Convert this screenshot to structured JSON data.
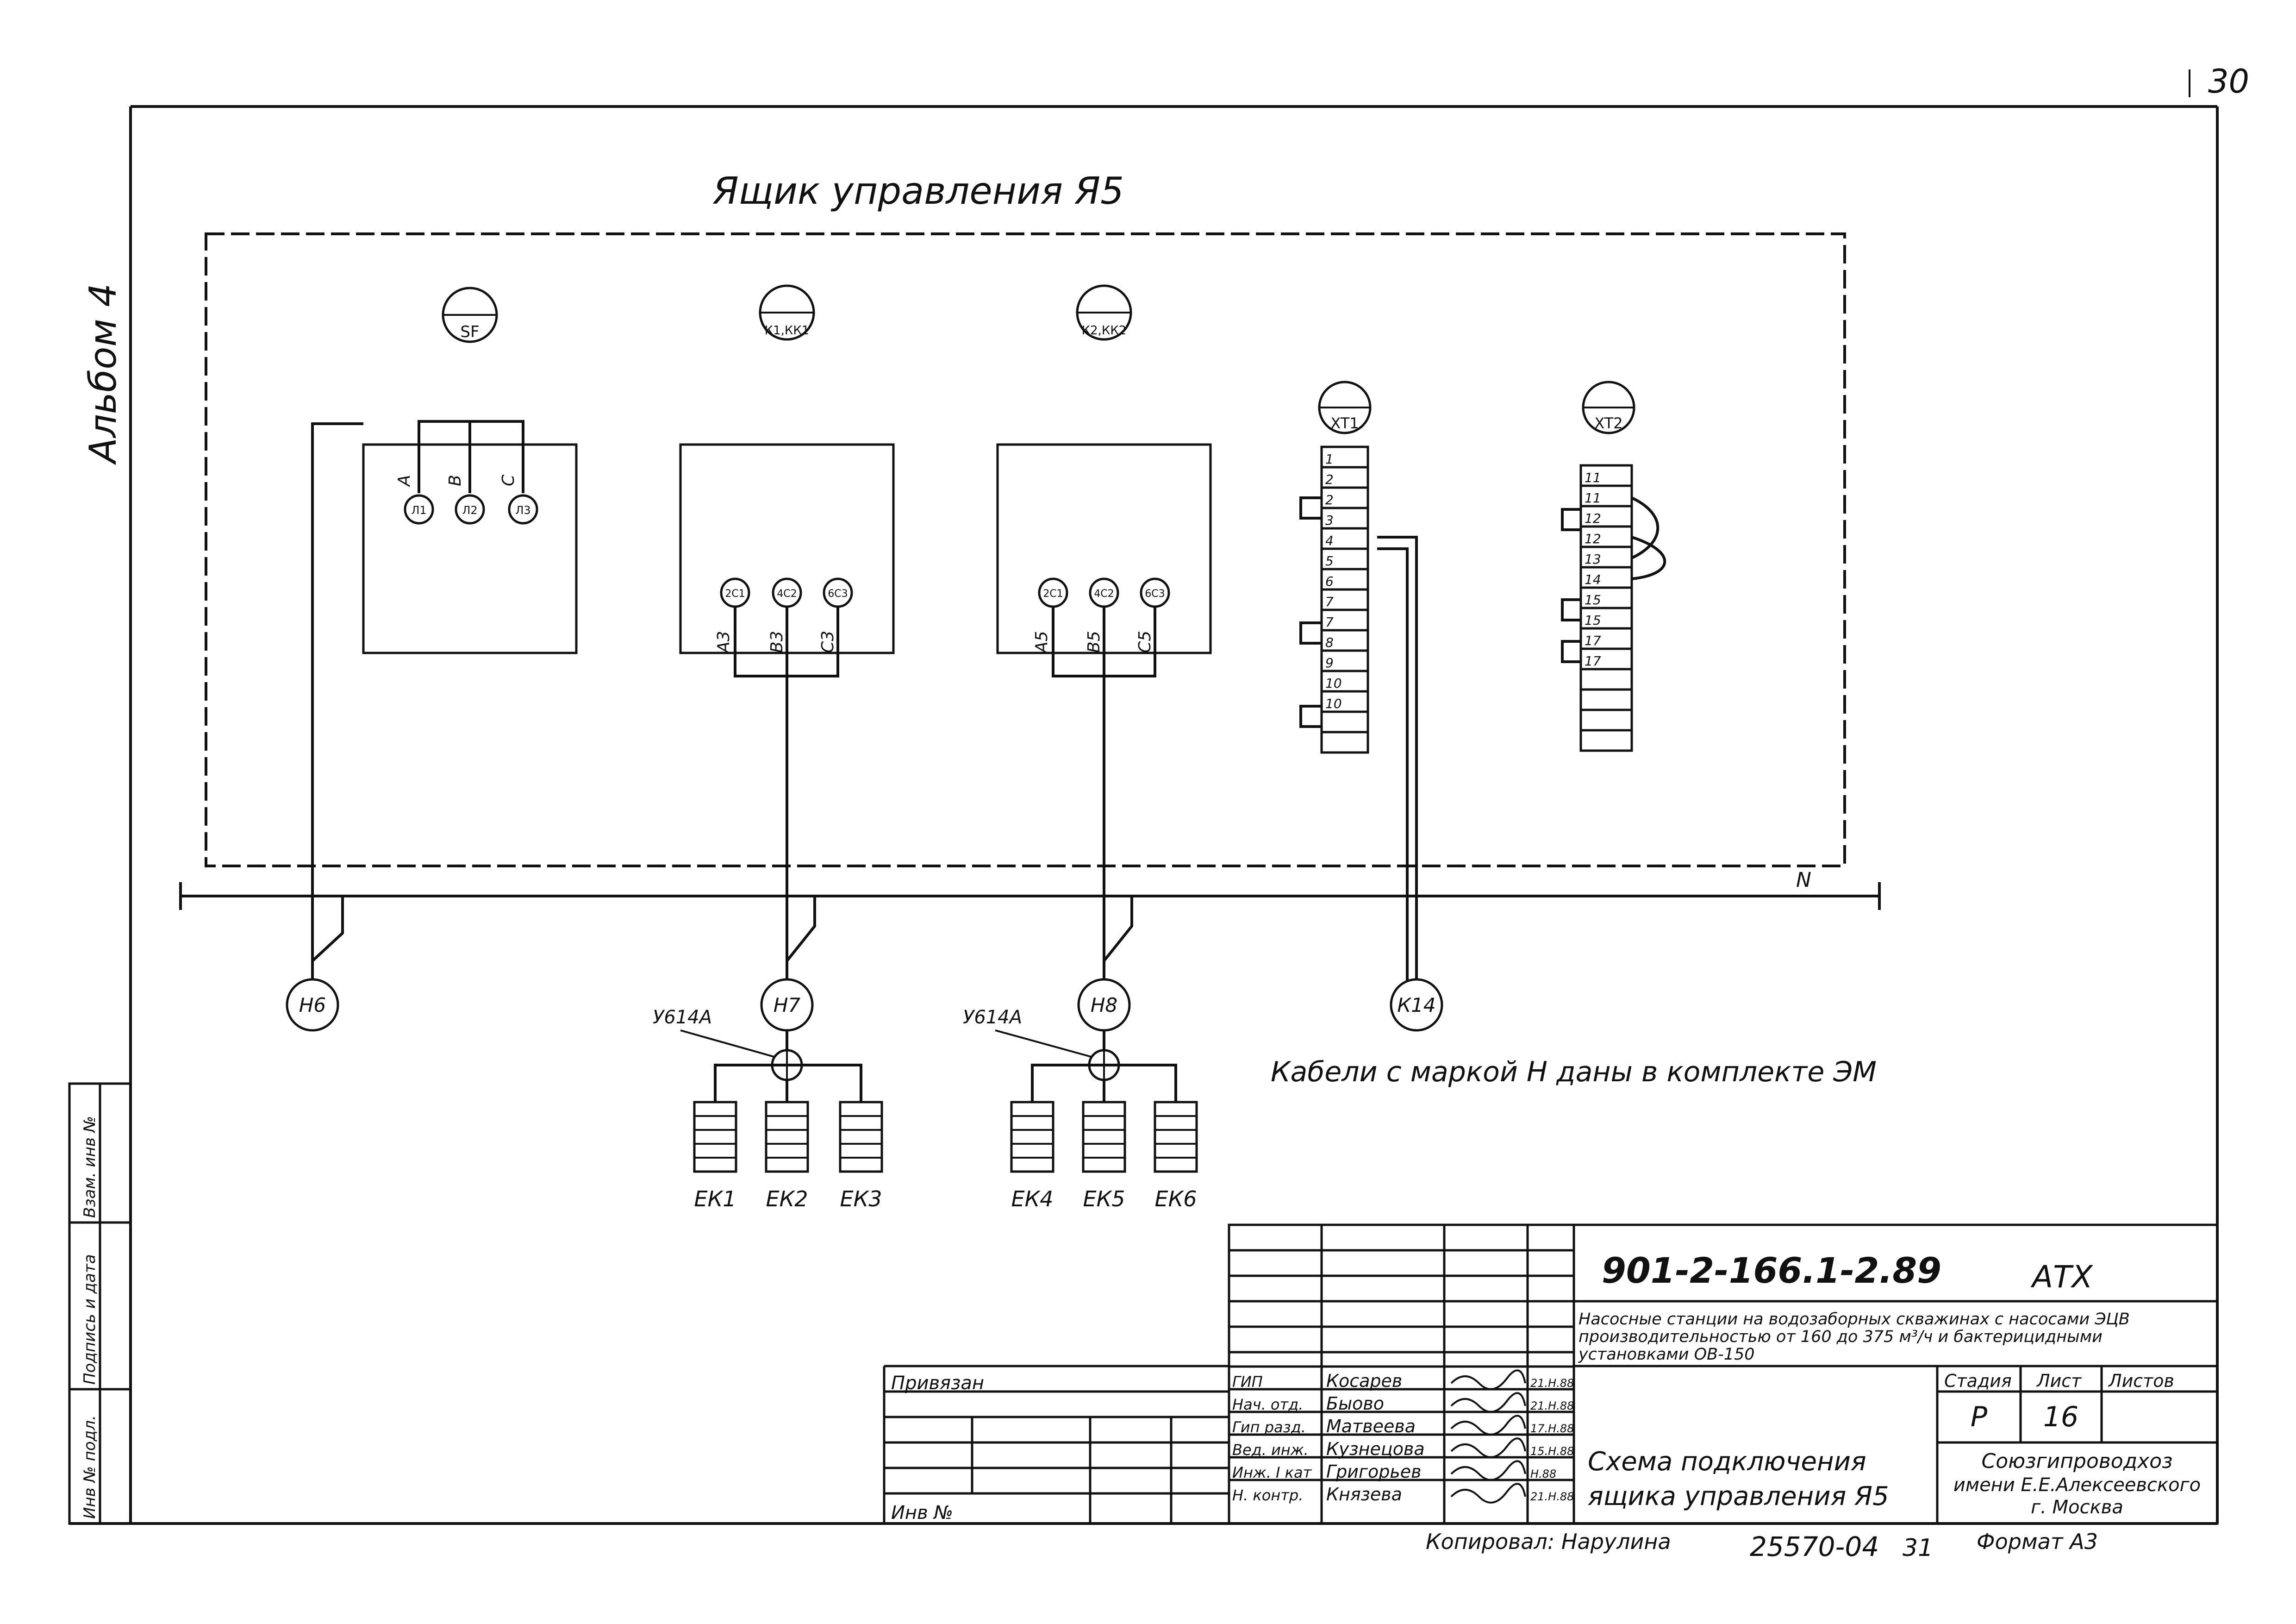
{
  "page_number": "30",
  "album_label": "Альбом 4",
  "panel_title": "Ящик управления Я5",
  "devices": {
    "sf": {
      "tag": "SF",
      "phases": [
        "A",
        "B",
        "C"
      ],
      "terminals": [
        "Л1",
        "Л2",
        "Л3"
      ]
    },
    "km1": {
      "tag": "К1,КК1",
      "terminals": [
        "2С1",
        "4С2",
        "6С3"
      ],
      "wires": [
        "А3",
        "В3",
        "С3"
      ]
    },
    "km2": {
      "tag": "К2,КК2",
      "terminals": [
        "2С1",
        "4С2",
        "6С3"
      ],
      "wires": [
        "А5",
        "В5",
        "С5"
      ]
    },
    "xt1": {
      "tag": "XT1",
      "numbers": [
        "1",
        "2",
        "2",
        "3",
        "4",
        "5",
        "6",
        "7",
        "7",
        "8",
        "9",
        "10",
        "10",
        "",
        ""
      ]
    },
    "xt2": {
      "tag": "XT2",
      "numbers": [
        "11",
        "11",
        "12",
        "12",
        "13",
        "14",
        "15",
        "15",
        "17",
        "17",
        "",
        "",
        "",
        ""
      ]
    }
  },
  "bus_label": "N",
  "cables": [
    "Н6",
    "Н7",
    "Н8",
    "К14"
  ],
  "junction_labels": [
    "У614А",
    "У614А"
  ],
  "heaters": [
    "ЕК1",
    "ЕК2",
    "ЕК3",
    "ЕК4",
    "ЕК5",
    "ЕК6"
  ],
  "note": "Кабели с маркой  Н даны  в комплекте ЭМ",
  "side_stamp": [
    "Инв № подл.",
    "Подпись и дата",
    "Взам. инв №"
  ],
  "title_block": {
    "doc_code": "901-2-166.1-2.89",
    "mark": "АТХ",
    "project_lines": [
      "Насосные станции на водозаборных скважинах с насосами ЭЦВ",
      "производительностью от 160 до 375 м³/ч и бактерицидными",
      "установками ОВ-150"
    ],
    "privyazan": "Привязан",
    "inv_no": "Инв №",
    "staff": [
      {
        "role": "ГИП",
        "name": "Косарев",
        "date": "21.Н.88"
      },
      {
        "role": "Нач. отд.",
        "name": "Быово",
        "date": "21.Н.88"
      },
      {
        "role": "Гип разд.",
        "name": "Матвеева",
        "date": "17.Н.88"
      },
      {
        "role": "Вед. инж.",
        "name": "Кузнецова",
        "date": "15.Н.88"
      },
      {
        "role": "Инж. I кат",
        "name": "Григорьев",
        "date": "Н.88"
      },
      {
        "role": "Н. контр.",
        "name": "Князева",
        "date": "21.Н.88"
      }
    ],
    "sheet_title": [
      "Схема подключения",
      "ящика управления Я5"
    ],
    "headers": {
      "stage": "Стадия",
      "sheet": "Лист",
      "sheets": "Листов"
    },
    "stage": "Р",
    "sheet": "16",
    "sheets": "",
    "org": [
      "Союзгипроводхоз",
      "имени Е.Е.Алексеевского",
      "г. Москва"
    ]
  },
  "footer": {
    "copied": "Копировал: Нарулина",
    "doc_number": "25570-04",
    "sheet_no": "31",
    "format": "Формат А3"
  }
}
